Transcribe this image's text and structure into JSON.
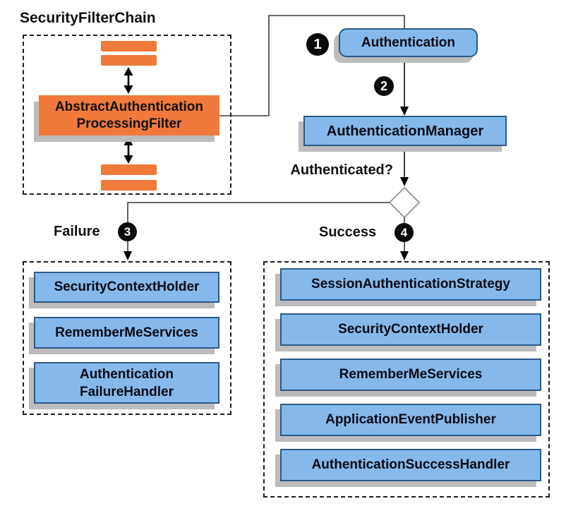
{
  "filter_chain": {
    "title": "SecurityFilterChain",
    "filter_box": "AbstractAuthentication\nProcessingFilter"
  },
  "flow": {
    "step1": "1",
    "authentication": "Authentication",
    "step2": "2",
    "authentication_manager": "AuthenticationManager",
    "authenticated_question": "Authenticated?",
    "failure_label": "Failure",
    "step3": "3",
    "success_label": "Success",
    "step4": "4"
  },
  "failure_branch": {
    "items": [
      "SecurityContextHolder",
      "RememberMeServices",
      "Authentication\nFailureHandler"
    ]
  },
  "success_branch": {
    "items": [
      "SessionAuthenticationStrategy",
      "SecurityContextHolder",
      "RememberMeServices",
      "ApplicationEventPublisher",
      "AuthenticationSuccessHandler"
    ]
  },
  "colors": {
    "box_fill": "#85b9ec",
    "box_border": "#2d5986",
    "orange": "#f0793c",
    "shadow": "#bcbcbc"
  }
}
